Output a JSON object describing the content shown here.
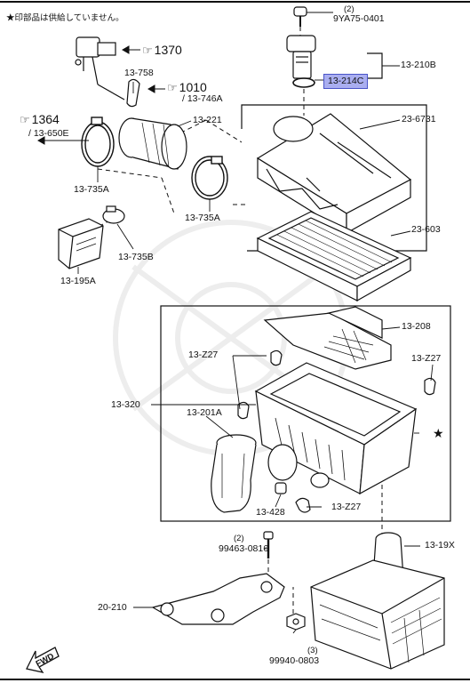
{
  "note": {
    "star": "★",
    "text": "印部品は供給していません。"
  },
  "labels": {
    "p9ya75_qty": "(2)",
    "p9ya75": "9YA75-0401",
    "p13_210b": "13-210B",
    "p13_214c": "13-214C",
    "p23_6731": "23-6731",
    "p23_603": "23-603",
    "p13_208": "13-208",
    "p13_z27_a": "13-Z27",
    "p13_z27_b": "13-Z27",
    "p13_z27_c": "13-Z27",
    "p13_320": "13-320",
    "p13_201a": "13-201A",
    "p13_428": "13-428",
    "star_mark": "★",
    "p1370": "1370",
    "p13_758": "13-758",
    "p1010": "1010",
    "p13_746a": "/ 13-746A",
    "p1364": "1364",
    "p13_650e": "/ 13-650E",
    "p13_221": "13-221",
    "p13_735a_1": "13-735A",
    "p13_735a_2": "13-735A",
    "p13_735b": "13-735B",
    "p13_195a": "13-195A",
    "p99463_qty": "(2)",
    "p99463": "99463-0816",
    "p13_19x": "13-19X",
    "p20_210": "20-210",
    "p99940_qty": "(3)",
    "p99940": "99940-0803",
    "fwd": "FWD"
  },
  "colors": {
    "highlight": "#a9aef0",
    "highlight_border": "#4a55c8",
    "ink": "#111111"
  }
}
